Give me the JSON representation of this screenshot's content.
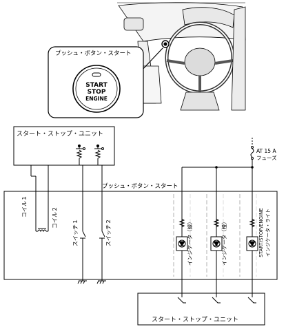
{
  "callout": {
    "title": "プッシュ・ボタン・スタート",
    "button_line1": "START",
    "button_line2": "STOP",
    "button_line3": "ENGINE"
  },
  "top_unit": {
    "label": "スタート・ストップ・ユニット"
  },
  "fuse": {
    "rating": "AT 15 A",
    "label": "フューズ"
  },
  "main_box": {
    "label": "プッシュ・ボタン・スタート"
  },
  "components": {
    "coil1": "コイル１",
    "coil2": "コイル２",
    "switch1": "スイッチ１",
    "switch2": "スイッチ２",
    "indicator_green": "インジケータ（緑）",
    "indicator_amber": "インジケータ（橙）",
    "start_indicator_line1": "START/STOP/ENGINE",
    "start_indicator_line2": "インジケータ・ライト"
  },
  "bottom_unit": {
    "label": "スタート・ストップ・ユニット"
  },
  "colors": {
    "line": "#000000",
    "dash_gray": "#9a9a9a",
    "dash_light": "#dcdcdc"
  }
}
